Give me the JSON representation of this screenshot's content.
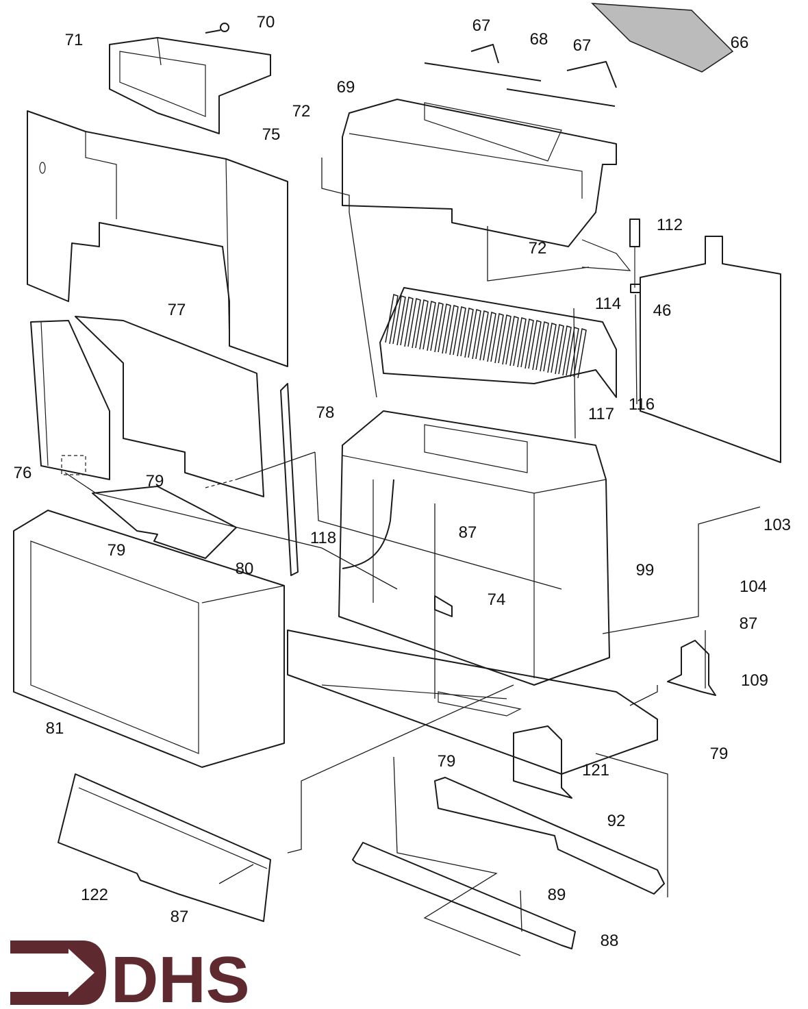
{
  "diagram": {
    "type": "exploded parts diagram",
    "callouts": [
      "70",
      "71",
      "67",
      "68",
      "67",
      "66",
      "69",
      "72",
      "75",
      "72",
      "112",
      "114",
      "46",
      "77",
      "116",
      "117",
      "78",
      "76",
      "79",
      "103",
      "87",
      "118",
      "79",
      "80",
      "99",
      "104",
      "74",
      "87",
      "109",
      "81",
      "79",
      "79",
      "121",
      "92",
      "122",
      "89",
      "87",
      "88"
    ]
  },
  "logo": {
    "text": "DHS",
    "color": "#5e2a30"
  },
  "colors": {
    "line": "#1a1a1a",
    "background": "#ffffff"
  }
}
